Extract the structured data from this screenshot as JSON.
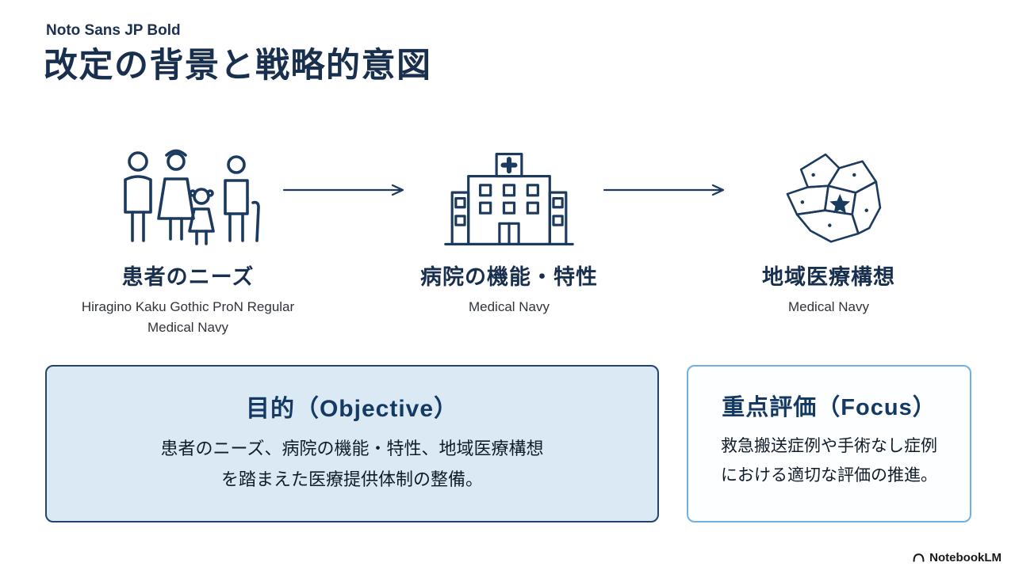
{
  "colors": {
    "navy": "#192f4e",
    "icon_stroke": "#1b3a5e",
    "objective_box_bg": "#dbe9f5",
    "objective_box_border": "#24436a",
    "focus_box_border": "#6fb1e3"
  },
  "header": {
    "font_note": "Noto Sans JP Bold",
    "title": "改定の背景と戦略的意図"
  },
  "flow": {
    "items": [
      {
        "icon": "family-icon",
        "label": "患者のニーズ",
        "captions": [
          "Hiragino Kaku Gothic ProN Regular",
          "Medical Navy"
        ]
      },
      {
        "icon": "hospital-icon",
        "label": "病院の機能・特性",
        "captions": [
          "Medical Navy"
        ]
      },
      {
        "icon": "region-map-icon",
        "label": "地域医療構想",
        "captions": [
          "Medical Navy"
        ]
      }
    ]
  },
  "boxes": [
    {
      "title": "目的（Objective）",
      "body_lines": [
        "患者のニーズ、病院の機能・特性、地域医療構想",
        "を踏まえた医療提供体制の整備。"
      ]
    },
    {
      "title": "重点評価（Focus）",
      "body_lines": [
        "救急搬送症例や手術なし症例",
        "における適切な評価の推進。"
      ]
    }
  ],
  "footer": {
    "brand": "NotebookLM"
  }
}
